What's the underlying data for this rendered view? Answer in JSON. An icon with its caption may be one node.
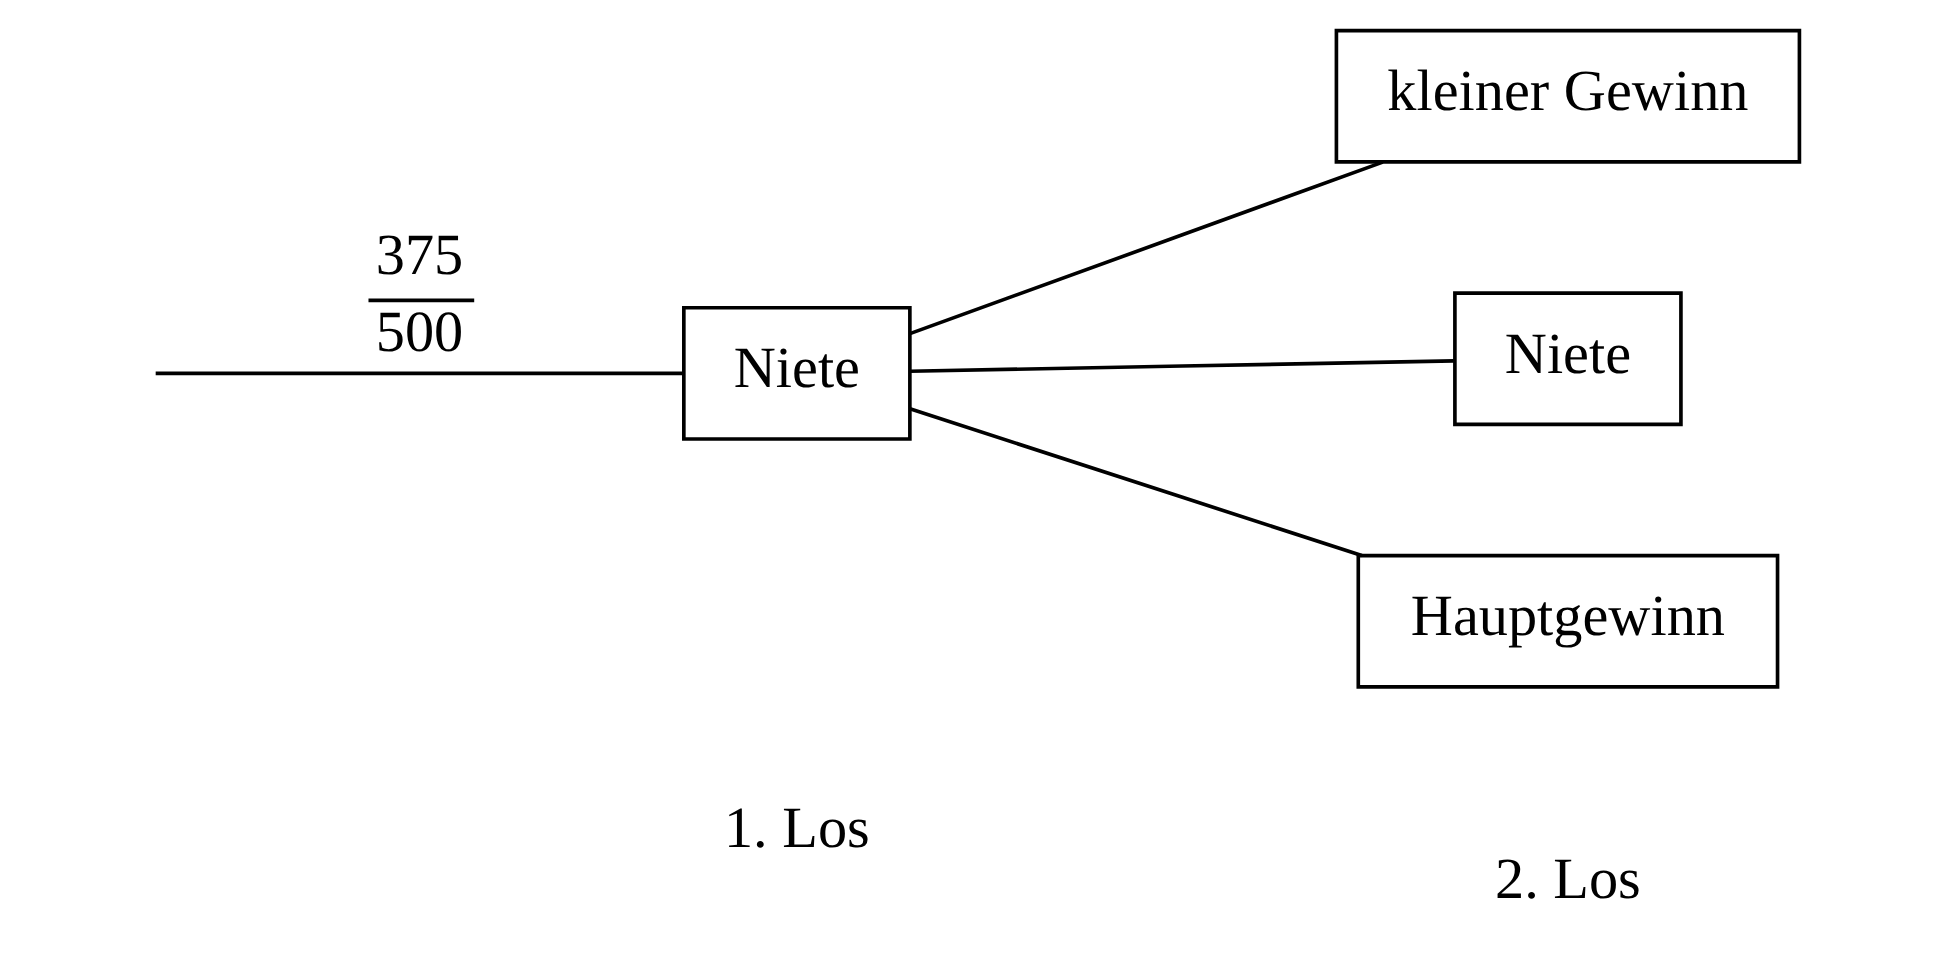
{
  "diagram": {
    "nodes": [
      {
        "text": [
          "Niete"
        ]
      },
      {
        "text": [
          "Niete"
        ]
      },
      {
        "text": [
          "Hauptgewinn"
        ]
      },
      {
        "text": [
          "kleiner Gewinn"
        ]
      }
    ],
    "edges": [
      {
        "from": null,
        "to": 0,
        "arrow": "none",
        "label": "375 500"
      },
      {
        "from": 0,
        "to": 1,
        "arrow": "none"
      },
      {
        "from": 0,
        "to": 2,
        "arrow": "none"
      },
      {
        "from": 0,
        "to": 3,
        "arrow": "none"
      }
    ],
    "labels": [
      "1. Los",
      "2. Los"
    ]
  }
}
